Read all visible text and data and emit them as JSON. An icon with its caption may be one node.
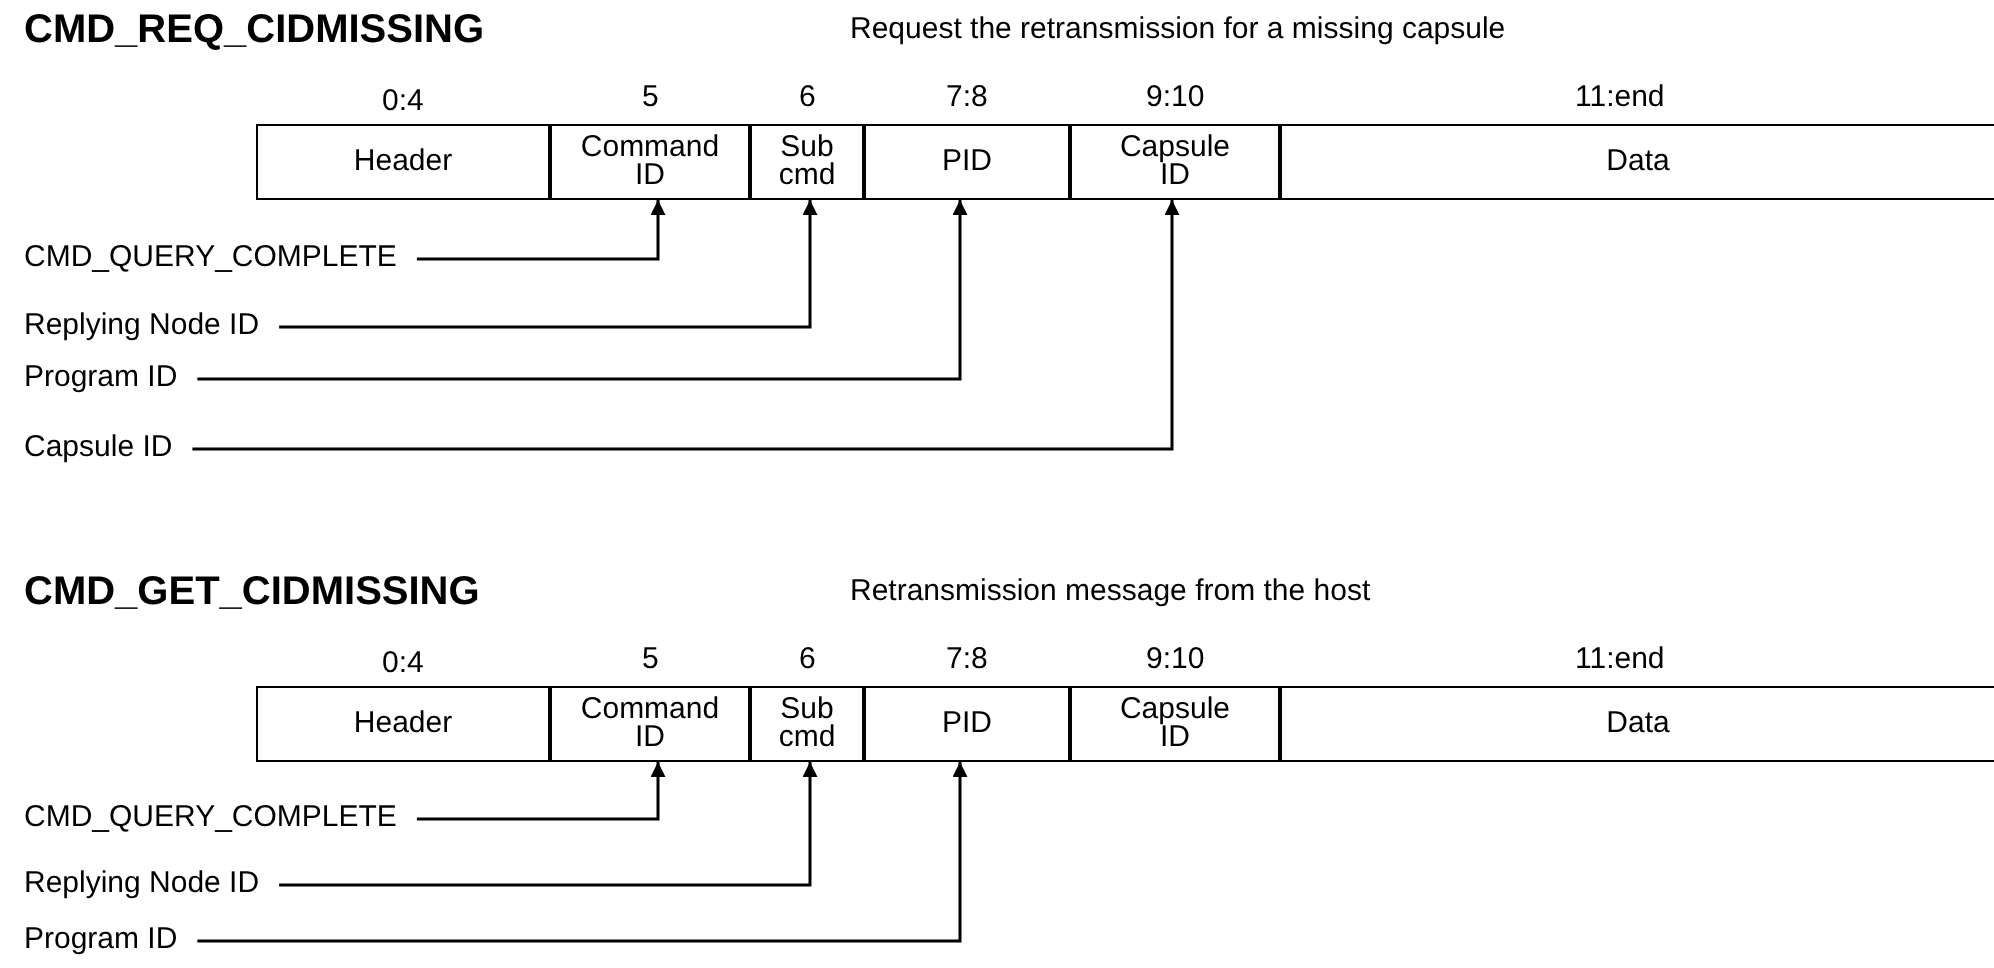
{
  "diagram": {
    "nodes": [
      {
        "text": [
          "Header"
        ]
      },
      {
        "text": [
          "Command ID"
        ]
      },
      {
        "text": [
          "Sub cmd"
        ]
      },
      {
        "text": [
          "PID"
        ]
      },
      {
        "text": [
          "Capsule ID"
        ]
      },
      {
        "text": [
          "Data"
        ]
      },
      {
        "text": [
          "CMD_QUERY_COMPLETE"
        ]
      },
      {
        "text": [
          "Replying Node ID"
        ]
      },
      {
        "text": [
          "Program ID"
        ]
      },
      {
        "text": [
          "Capsule ID"
        ]
      },
      {
        "text": [
          "Header"
        ]
      },
      {
        "text": [
          "Command ID"
        ]
      },
      {
        "text": [
          "Sub cmd"
        ]
      },
      {
        "text": [
          "PID"
        ]
      },
      {
        "text": [
          "Capsule ID"
        ]
      },
      {
        "text": [
          "Data"
        ]
      },
      {
        "text": [
          "CMD_QUERY_COMPLETE"
        ]
      },
      {
        "text": [
          "Replying Node ID"
        ]
      },
      {
        "text": [
          "Program ID"
        ]
      }
    ],
    "edges": [
      {
        "from": 6,
        "to": 1,
        "arrow": "to"
      },
      {
        "from": 7,
        "to": 2,
        "arrow": "to"
      },
      {
        "from": 8,
        "to": 3,
        "arrow": "to"
      },
      {
        "from": 9,
        "to": 4,
        "arrow": "to"
      },
      {
        "from": 16,
        "to": 11,
        "arrow": "to"
      },
      {
        "from": 17,
        "to": 12,
        "arrow": "to"
      },
      {
        "from": 18,
        "to": 13,
        "arrow": "to"
      }
    ],
    "labels": [
      "CMD_REQ_CIDMISSING",
      "Request the retransmission for a missing capsule",
      "0:4",
      "5",
      "6",
      "7:8",
      "9:10",
      "11:end",
      "CMD_GET_CIDMISSING",
      "Retransmission message from the host",
      "0:4",
      "5",
      "6",
      "7:8",
      "9:10",
      "11:end"
    ]
  }
}
